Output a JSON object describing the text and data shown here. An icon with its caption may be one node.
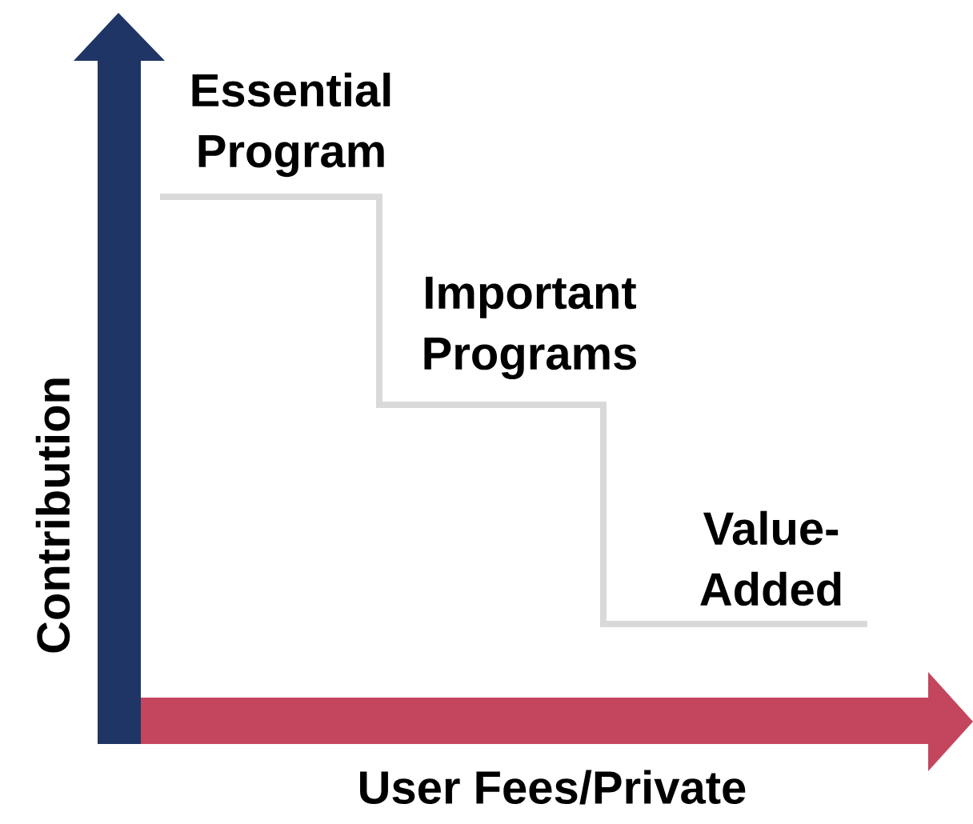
{
  "diagram": {
    "labels": [
      "Essential Program",
      "Important Programs",
      "Value-Added",
      "Contribution",
      "User Fees/Private"
    ]
  }
}
